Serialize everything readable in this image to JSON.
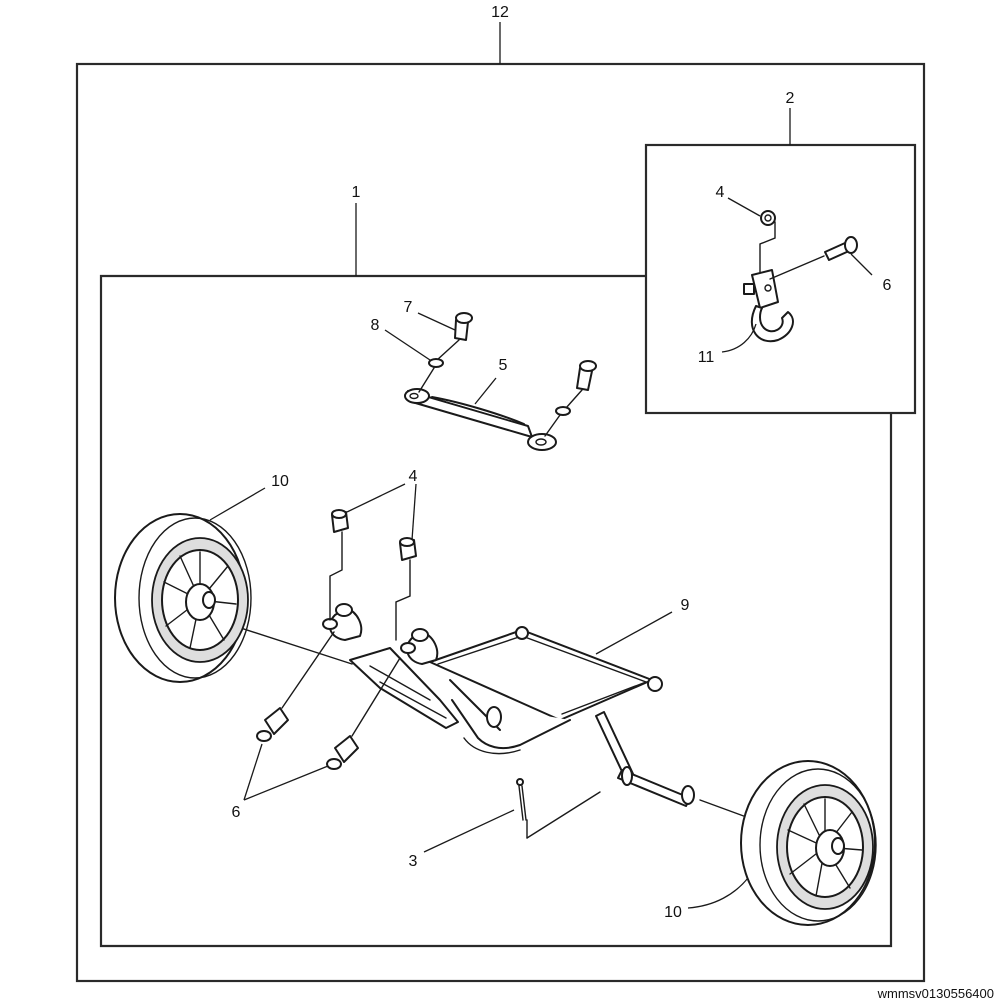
{
  "diagram": {
    "reference_code": "wmmsv0130556400",
    "callouts": {
      "assembly": "12",
      "frame_assembly": "1",
      "hook_kit": "2",
      "cotter_pin": "3",
      "bushing_hook": "4",
      "bushing_frame": "4",
      "bracket": "5",
      "bolt_hook": "6",
      "bolt_frame": "6",
      "bolt_bracket": "7",
      "washer": "8",
      "frame": "9",
      "wheel_left": "10",
      "wheel_right": "10",
      "hook": "11"
    }
  }
}
